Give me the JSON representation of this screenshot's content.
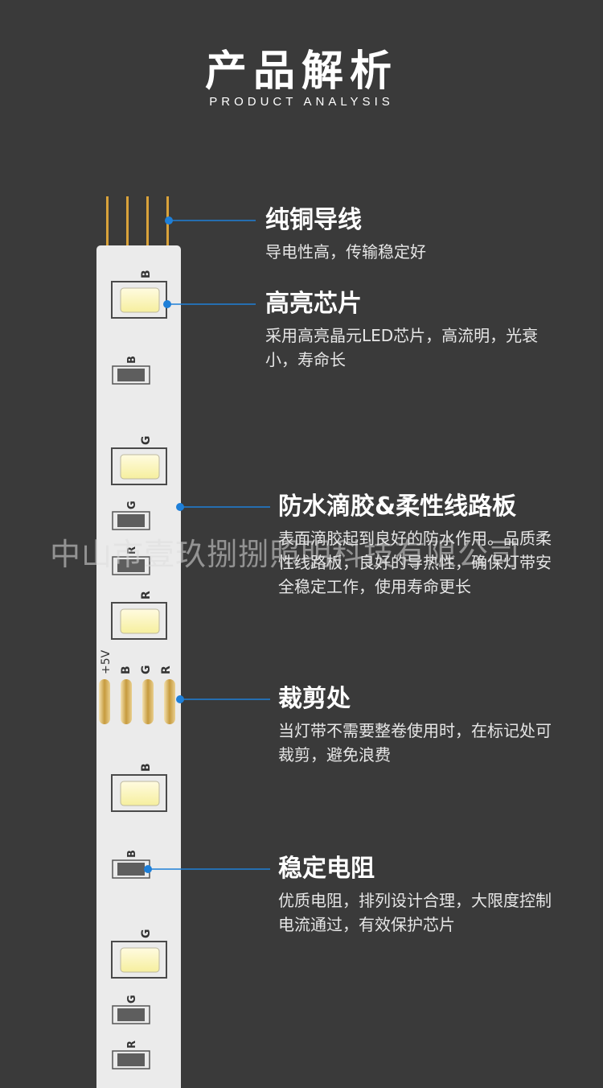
{
  "header": {
    "title_cn": "产品解析",
    "title_en": "PRODUCT ANALYSIS"
  },
  "callouts": [
    {
      "id": "copper-wire",
      "title": "纯铜导线",
      "desc": "导电性高，传输稳定好"
    },
    {
      "id": "bright-chip",
      "title": "高亮芯片",
      "desc": "采用高亮晶元LED芯片，高流明，光衰小，寿命长"
    },
    {
      "id": "glue-board",
      "title": "防水滴胶&柔性线路板",
      "desc": "表面滴胶起到良好的防水作用。品质柔性线路板，良好的导热性，确保灯带安全稳定工作，使用寿命更长"
    },
    {
      "id": "cut-point",
      "title": "裁剪处",
      "desc": "当灯带不需要整卷使用时，在标记处可裁剪，避免浪费"
    },
    {
      "id": "resistor",
      "title": "稳定电阻",
      "desc": "优质电阻，排列设计合理，大限度控制电流通过，有效保护芯片"
    }
  ],
  "strip_labels": {
    "led1": "B",
    "res1": "B",
    "led2": "G",
    "res2": "G",
    "res3": "R",
    "led3": "R",
    "pad_plus": "+5V",
    "pad_b": "B",
    "pad_g": "G",
    "pad_r": "R",
    "led4": "B",
    "res4": "B",
    "led5": "G",
    "res5": "G",
    "res6": "R"
  },
  "watermark": "中山市壹玖捌捌照明科技有限公司",
  "colors": {
    "background": "#3a3a3a",
    "strip": "#ebebeb",
    "wire": "#d9a23a",
    "dot": "#1e7fd8",
    "pad": "#c9a04a"
  }
}
